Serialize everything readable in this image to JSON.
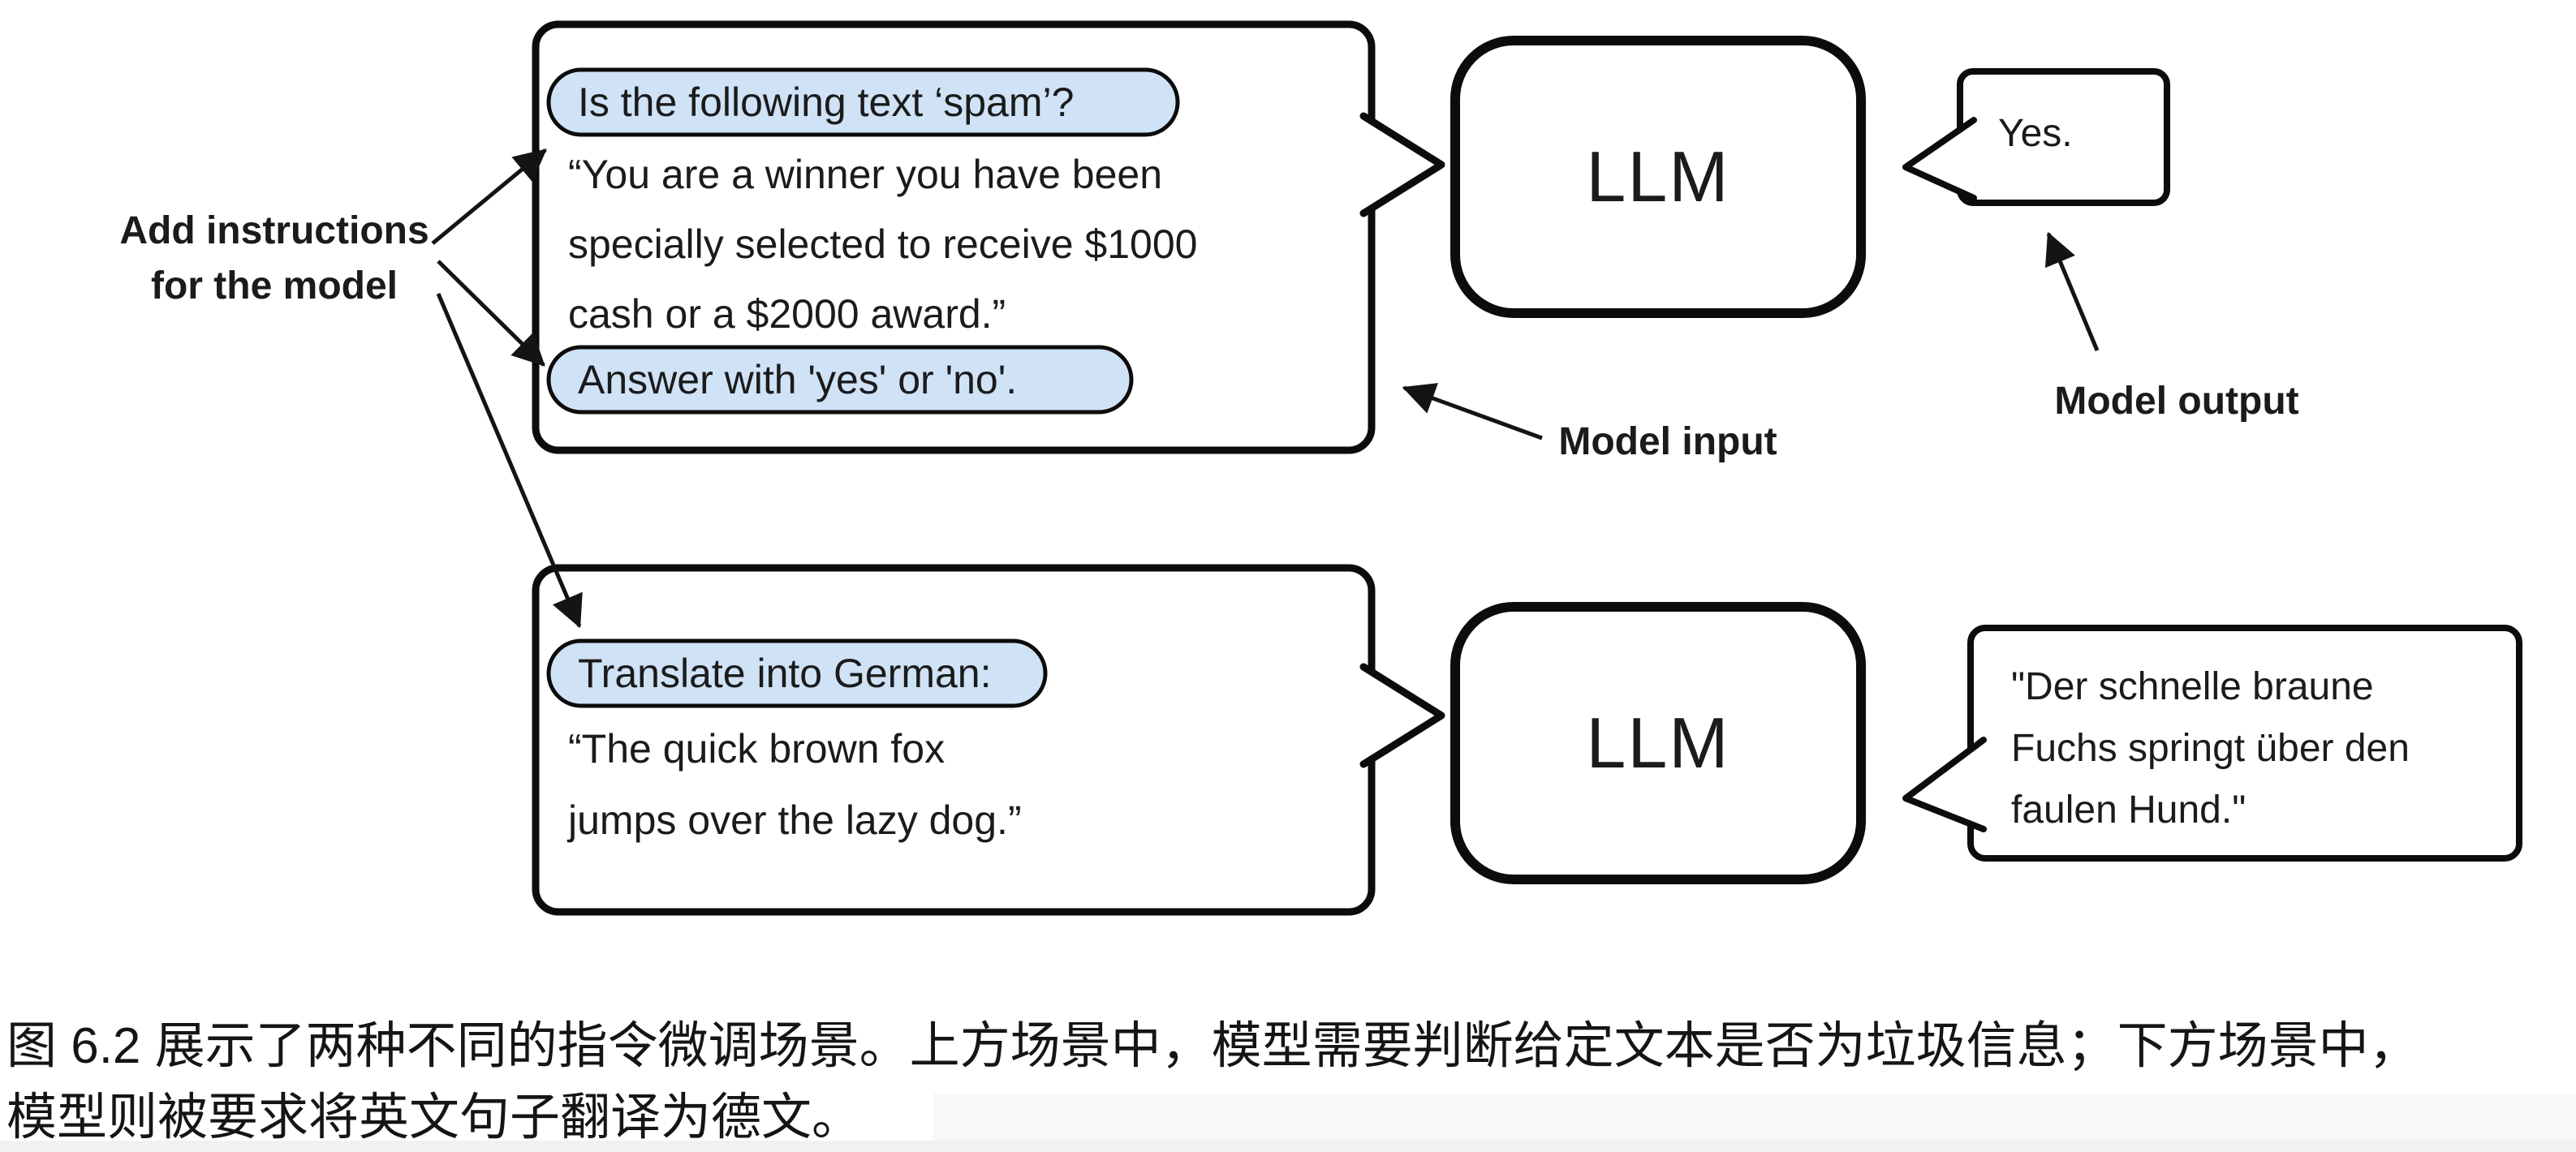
{
  "figure": {
    "colors": {
      "pill_fill": "#cfe2f6",
      "stroke": "#0c0c0c",
      "background": "#ffffff"
    },
    "annotation_add_instructions": {
      "line1": "Add instructions",
      "line2": "for the model"
    },
    "label_model_input": "Model input",
    "label_model_output": "Model output",
    "top_scenario": {
      "instruction_pill_1": "Is the following text ‘spam’?",
      "input_text_lines": [
        "“You are a winner you have been",
        "specially selected to receive $1000",
        "cash or a $2000 award.”"
      ],
      "instruction_pill_2": "Answer with 'yes' or 'no'.",
      "llm_label": "LLM",
      "output_text": "Yes."
    },
    "bottom_scenario": {
      "instruction_pill": "Translate into German:",
      "input_text_lines": [
        "“The quick brown fox",
        "jumps over the lazy dog.”"
      ],
      "llm_label": "LLM",
      "output_text_lines": [
        "\"Der schnelle braune",
        "Fuchs springt über den",
        "faulen Hund.\""
      ]
    }
  },
  "caption": {
    "line1": "图 6.2 展示了两种不同的指令微调场景。上方场景中，模型需要判断给定文本是否为垃圾信息；下方场景中，",
    "line2": "模型则被要求将英文句子翻译为德文。"
  }
}
